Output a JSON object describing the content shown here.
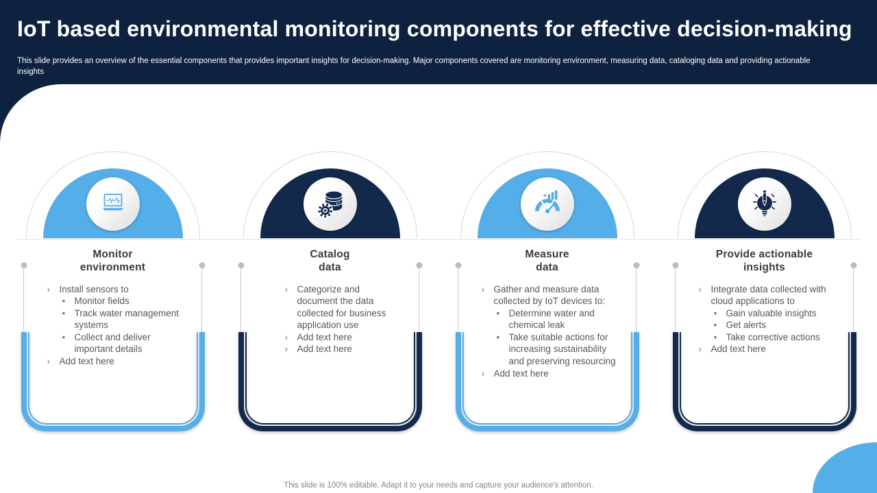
{
  "slide": {
    "title": "IoT based environmental monitoring components for effective decision-making",
    "subtitle": "This slide provides an overview of the essential components that provides important insights for decision-making. Major components covered are monitoring environment, measuring data, cataloging data and providing actionable insights",
    "footer": "This slide is 100% editable. Adapt it to your needs and capture your audience's attention."
  },
  "bullets": {
    "level1_marker": "›",
    "level2_marker": "•"
  },
  "colors": {
    "background_navy": "#0E2240",
    "accent_navy": "#13294C",
    "accent_blue": "#55AEE8",
    "heading_text": "#3A3A3A",
    "body_text": "#565656",
    "muted_gray": "#828282",
    "connector_gray": "#BDBDBD"
  },
  "columns": [
    {
      "key": "monitor-environment",
      "accent": "#55AEE8",
      "icon": "laptop-pulse-icon",
      "title_lines": [
        "Monitor",
        "environment"
      ],
      "items": [
        {
          "level": 1,
          "text": "Install sensors to"
        },
        {
          "level": 2,
          "text": "Monitor fields"
        },
        {
          "level": 2,
          "text": "Track water management systems"
        },
        {
          "level": 2,
          "text": "Collect and deliver important details"
        },
        {
          "level": 1,
          "text": "Add text here"
        }
      ]
    },
    {
      "key": "catalog-data",
      "accent": "#13294C",
      "icon": "database-gear-icon",
      "title_lines": [
        "Catalog",
        "data"
      ],
      "items": [
        {
          "level": 1,
          "text": "Categorize and document the data collected for business application use"
        },
        {
          "level": 1,
          "text": "Add text here"
        },
        {
          "level": 1,
          "text": "Add text here"
        }
      ]
    },
    {
      "key": "measure-data",
      "accent": "#55AEE8",
      "icon": "gauge-chart-icon",
      "title_lines": [
        "Measure",
        "data"
      ],
      "items": [
        {
          "level": 1,
          "text": "Gather and measure data collected by IoT devices to:"
        },
        {
          "level": 2,
          "text": "Determine water and chemical leak"
        },
        {
          "level": 2,
          "text": "Take suitable actions for increasing sustainability and preserving resourcing"
        },
        {
          "level": 1,
          "text": "Add text here"
        }
      ]
    },
    {
      "key": "provide-actionable-insights",
      "accent": "#13294C",
      "icon": "lightbulb-pencil-icon",
      "title_lines": [
        "Provide actionable",
        "insights"
      ],
      "items": [
        {
          "level": 1,
          "text": "Integrate data collected with cloud applications to"
        },
        {
          "level": 2,
          "text": "Gain valuable insights"
        },
        {
          "level": 2,
          "text": "Get alerts"
        },
        {
          "level": 2,
          "text": "Take corrective actions"
        },
        {
          "level": 1,
          "text": "Add text here"
        }
      ]
    }
  ]
}
